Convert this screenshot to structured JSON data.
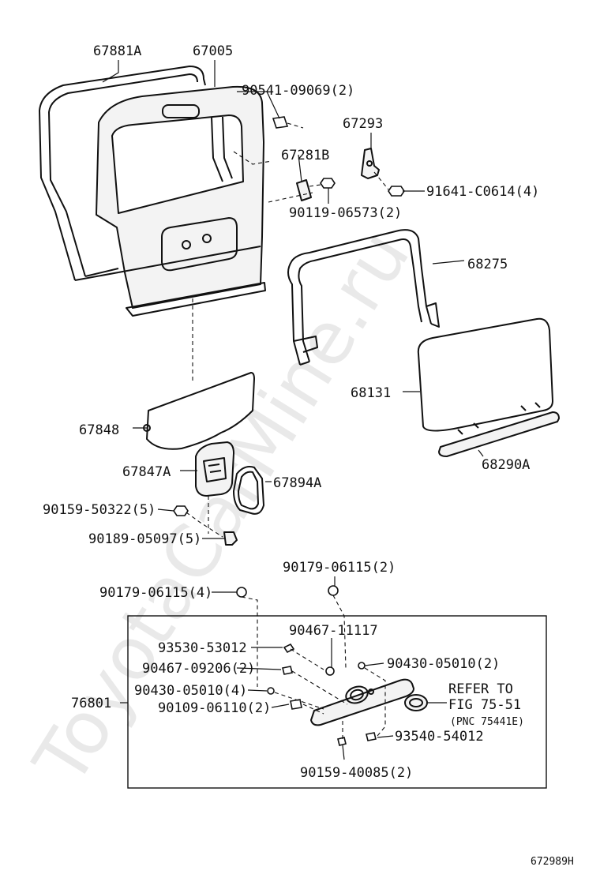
{
  "parts": {
    "p67881A": "67881A",
    "p67005": "67005",
    "p90541": "90541-09069(2)",
    "p67293": "67293",
    "p67281B": "67281B",
    "p91641": "91641-C0614(4)",
    "p90119": "90119-06573(2)",
    "p68275": "68275",
    "p68131": "68131",
    "p67848": "67848",
    "p68290A": "68290A",
    "p67847A": "67847A",
    "p67894A": "67894A",
    "p90159_50322": "90159-50322(5)",
    "p90189": "90189-05097(5)",
    "p90179_2": "90179-06115(2)",
    "p90179_4": "90179-06115(4)",
    "p90467_11117": "90467-11117",
    "p93530": "93530-53012",
    "p90430_2": "90430-05010(2)",
    "p90467_09206": "90467-09206(2)",
    "p90430_4": "90430-05010(4)",
    "p76801": "76801",
    "p90109": "90109-06110(2)",
    "p93540": "93540-54012",
    "p90159_40085": "90159-40085(2)"
  },
  "refer": {
    "line1": "REFER TO",
    "line2": "FIG 75-51",
    "line3": "(PNC 75441E)"
  },
  "watermark": "ToyotaCarMine.ru",
  "figure_code": "672989H"
}
